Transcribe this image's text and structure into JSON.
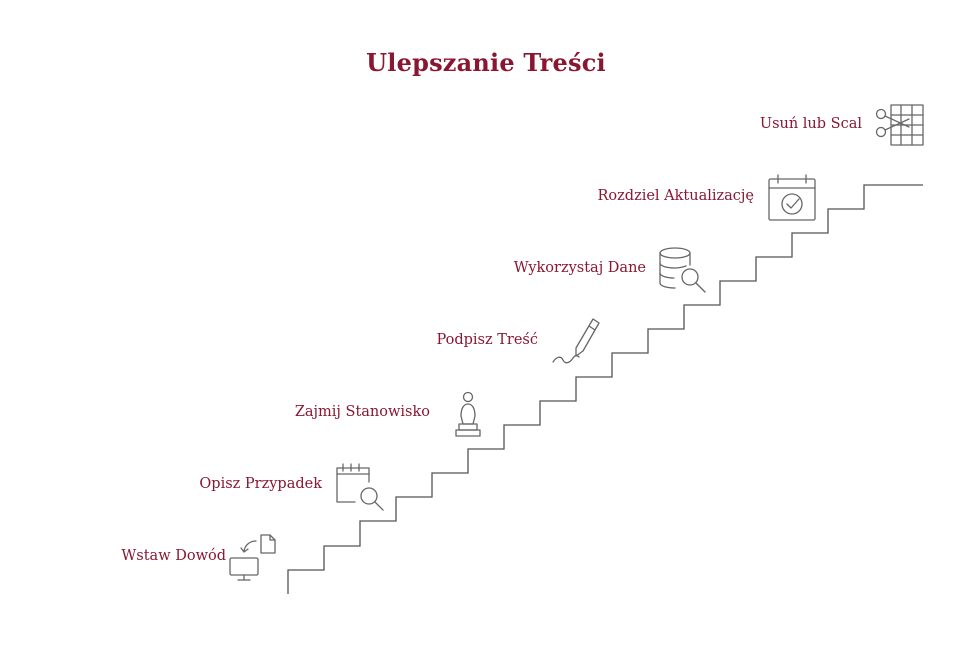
{
  "title": "Ulepszanie Treści",
  "steps": [
    {
      "label": "Wstaw Dowód",
      "icon": "monitor-document-transfer-icon"
    },
    {
      "label": "Opisz Przypadek",
      "icon": "calendar-search-icon"
    },
    {
      "label": "Zajmij Stanowisko",
      "icon": "person-podium-icon"
    },
    {
      "label": "Podpisz Treść",
      "icon": "pen-signature-icon"
    },
    {
      "label": "Wykorzystaj Dane",
      "icon": "database-search-icon"
    },
    {
      "label": "Rozdziel Aktualizację",
      "icon": "calendar-check-icon"
    },
    {
      "label": "Usuń lub Scal",
      "icon": "scissors-table-icon"
    }
  ],
  "colors": {
    "accent": "#8a1732",
    "line": "#555555",
    "icon": "#666666"
  }
}
